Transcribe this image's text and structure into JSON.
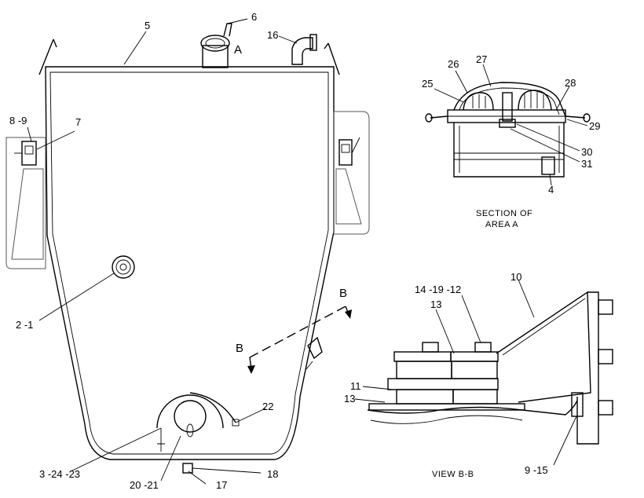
{
  "labels": {
    "l5": "5",
    "l6": "6",
    "l16": "16",
    "lA": "A",
    "l8_9": "8 -9",
    "l7": "7",
    "l2_1": "2 -1",
    "l22": "22",
    "l3_24_23": "3 -24 -23",
    "l20_21": "20 -21",
    "l17": "17",
    "l18": "18",
    "l25": "25",
    "l26": "26",
    "l27": "27",
    "l28": "28",
    "l29": "29",
    "l30": "30",
    "l31": "31",
    "l4": "4",
    "l14_19_12": "14 -19 -12",
    "l10": "10",
    "l13a": "13",
    "l11": "11",
    "l13b": "13",
    "l9_15": "9 -15",
    "lB1": "B",
    "lB2": "B"
  },
  "captions": {
    "section_line1": "SECTION OF",
    "section_line2": "AREA A",
    "view_bb": "VIEW B-B"
  }
}
